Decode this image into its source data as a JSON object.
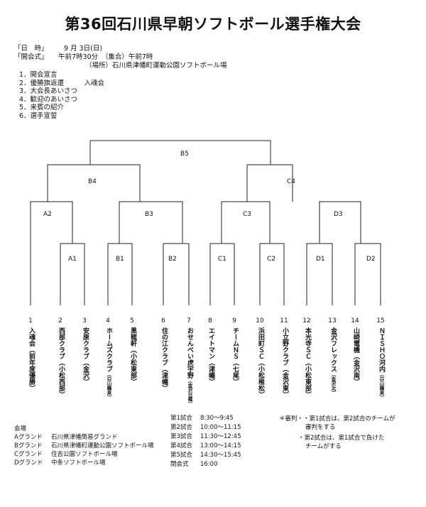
{
  "title": "第36回石川県早朝ソフトボール選手権大会",
  "info": {
    "date_label": "「日　時」",
    "date_value": "9 月 3日(日)",
    "opening_label": "「開会式」",
    "opening_value": "午前7時30分　（集合）午前7時",
    "place_value": "（場所）石川県津幡町運動公園ソフトボール場"
  },
  "program": [
    "1．開会宣言",
    "2．優勝旗返還　　　入魂会",
    "3．大会長あいさつ",
    "4．歓迎のあいさつ",
    "5．来賓の紹介",
    "6．選手宣誓"
  ],
  "bracket": {
    "match_labels": [
      "B5",
      "B4",
      "C4",
      "A2",
      "B3",
      "C3",
      "D3",
      "A1",
      "B1",
      "B2",
      "C1",
      "C2",
      "D1",
      "D2"
    ]
  },
  "teams": [
    {
      "num": "1",
      "name": "入魂会",
      "sub": "（前年度優勝）"
    },
    {
      "num": "2",
      "name": "西部クラブ",
      "sub": "（小松西部）"
    },
    {
      "num": "3",
      "name": "安原クラブ",
      "sub": "（金沢）"
    },
    {
      "num": "4",
      "name": "ホームズクラブ",
      "sub": "（白山鶴来）"
    },
    {
      "num": "5",
      "name": "黒龍軒",
      "sub": "（小松東部）"
    },
    {
      "num": "6",
      "name": "住の江クラブ",
      "sub": "（津幡）"
    },
    {
      "num": "7",
      "name": "おせんべい虎宇野",
      "sub": "（金沢日曜）"
    },
    {
      "num": "8",
      "name": "エイトマン",
      "sub": "（津幡）"
    },
    {
      "num": "9",
      "name": "チームＮＳ",
      "sub": "（七尾）"
    },
    {
      "num": "10",
      "name": "浜田町ＳＣ",
      "sub": "（小松稚松）"
    },
    {
      "num": "11",
      "name": "小立野クラブ",
      "sub": "（金沢東）"
    },
    {
      "num": "12",
      "name": "本光寺ＳＣ",
      "sub": "（小松東部）"
    },
    {
      "num": "13",
      "name": "金沢フレックス",
      "sub": "（金沢北）"
    },
    {
      "num": "14",
      "name": "山崎電機",
      "sub": "（金沢南）"
    },
    {
      "num": "15",
      "name": "ＮＩＳＨＯ河内",
      "sub": "（白山鶴来）"
    }
  ],
  "venues": {
    "heading": "会場",
    "items": [
      {
        "label": "Aグランド",
        "place": "石川県津幡簡易グランド"
      },
      {
        "label": "Bグランド",
        "place": "石川県津幡町運動公園ソフトボール場"
      },
      {
        "label": "Cグランド",
        "place": "住吉公園ソフトボール場"
      },
      {
        "label": "Dグランド",
        "place": "中条ソフトボール場"
      }
    ]
  },
  "schedule": [
    {
      "label": "第1試合",
      "time": "8:30〜9:45"
    },
    {
      "label": "第2試合",
      "time": "10:00〜11:15"
    },
    {
      "label": "第3試合",
      "time": "11:30〜12:45"
    },
    {
      "label": "第4試合",
      "time": "13:00〜14:15"
    },
    {
      "label": "第5試合",
      "time": "14:30〜15:45"
    },
    {
      "label": "閉会式",
      "time": "16:00"
    }
  ],
  "notes": [
    "＊審判・・第1試合は、第2試合のチームが",
    "審判をする",
    "・第2試合は、第1試合で負けた",
    "チームがする"
  ]
}
